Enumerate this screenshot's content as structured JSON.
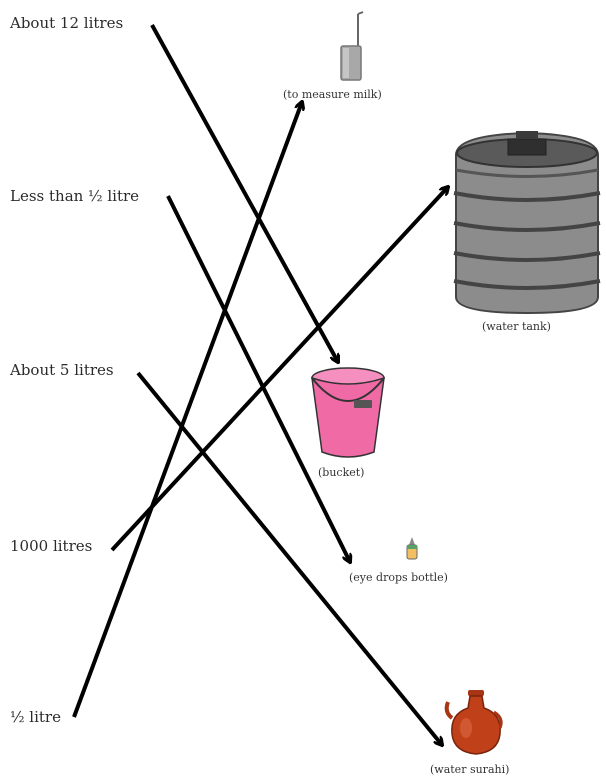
{
  "quantities": {
    "about_12": "About 12 litres",
    "less_than_half": "Less than ½ litre",
    "about_5": "About 5 litres",
    "thousand": "1000 litres",
    "half": "½ litre"
  },
  "containers": {
    "milk_measure": "(to measure milk)",
    "water_tank": "(water tank)",
    "bucket": "(bucket)",
    "eye_drops": "(eye drops bottle)",
    "surahi": "(water surahi)"
  },
  "matches": [
    {
      "from": "About 12 litres",
      "to": "(bucket)"
    },
    {
      "from": "Less than ½ litre",
      "to": "(eye drops bottle)"
    },
    {
      "from": "About 5 litres",
      "to": "(water surahi)"
    },
    {
      "from": "1000 litres",
      "to": "(water tank)"
    },
    {
      "from": "½ litre",
      "to": "(to measure milk)"
    }
  ],
  "colors": {
    "arrow": "#000000",
    "bucket": "#f06aa6",
    "tank": "#8c8c8c",
    "surahi": "#c0401a",
    "measure": "#a8a8a8"
  }
}
